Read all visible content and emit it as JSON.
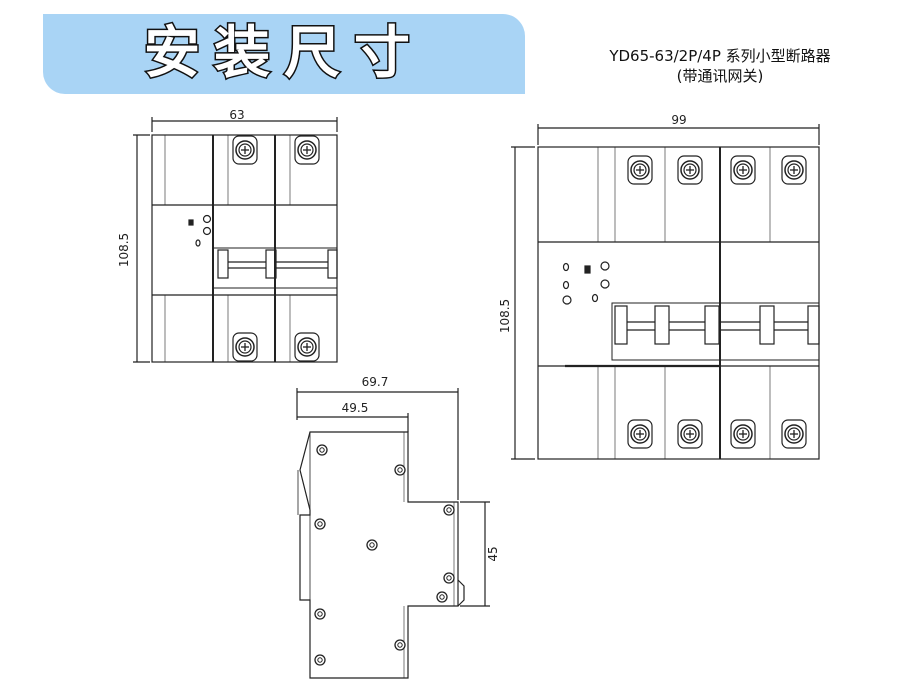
{
  "header": {
    "title": "安装尺寸",
    "subtitle_line1": "YD65-63/2P/4P 系列小型断路器",
    "subtitle_line2": "(带通讯网关)"
  },
  "views": {
    "front_2p": {
      "width_label": "63",
      "height_label": "108.5"
    },
    "front_4p": {
      "width_label": "99",
      "height_label": "108.5"
    },
    "side": {
      "total_depth_label": "69.7",
      "front_depth_label": "49.5",
      "rail_label": "45"
    }
  }
}
